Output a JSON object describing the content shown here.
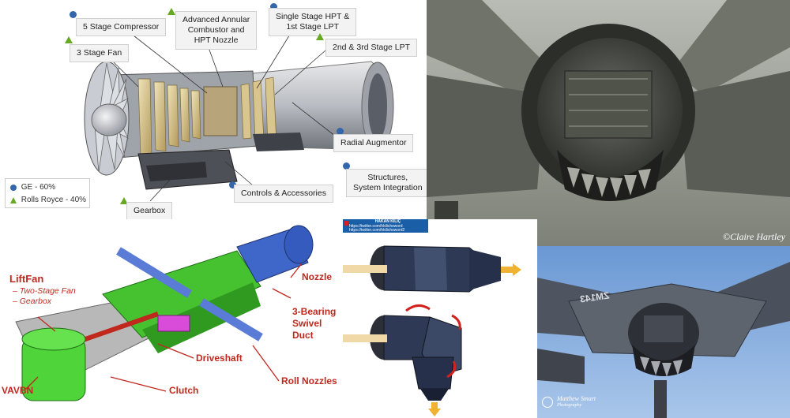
{
  "engine_panel": {
    "callouts": {
      "compressor": "5 Stage Compressor",
      "combustor_l1": "Advanced Annular",
      "combustor_l2": "Combustor and",
      "combustor_l3": "HPT Nozzle",
      "hpt_l1": "Single Stage HPT &",
      "hpt_l2": "1st Stage LPT",
      "lpt": "2nd & 3rd Stage LPT",
      "fan": "3 Stage Fan",
      "augmentor": "Radial Augmentor",
      "controls": "Controls & Accessories",
      "structures_l1": "Structures,",
      "structures_l2": "System Integration",
      "gearbox": "Gearbox"
    },
    "legend": {
      "ge": "GE - 60%",
      "rr": "Rolls Royce - 40%"
    },
    "colors": {
      "ge": "#3366aa",
      "rr": "#66aa22"
    }
  },
  "lift_panel": {
    "liftfan": "LiftFan",
    "liftfan_sub1": "– Two-Stage Fan",
    "liftfan_sub2": "– Gearbox",
    "vavbn": "VAVBN",
    "driveshaft": "Driveshaft",
    "clutch": "Clutch",
    "roll_nozzles": "Roll Nozzles",
    "bearing_l1": "3-Bearing",
    "bearing_l2": "Swivel",
    "bearing_l3": "Duct",
    "nozzle": "Nozzle"
  },
  "twitter_badge": {
    "name": "HAKAN KILIÇ",
    "line1": "https://twitter.com/hkilichsword",
    "line2": "https://twitter.com/hkilichsword2"
  },
  "photo_top_right": {
    "credit": "©Claire Hartley"
  },
  "photo_bottom_right": {
    "tail": "ZM143",
    "credit_l1": "Matthew Smart",
    "credit_l2": "Photography"
  }
}
